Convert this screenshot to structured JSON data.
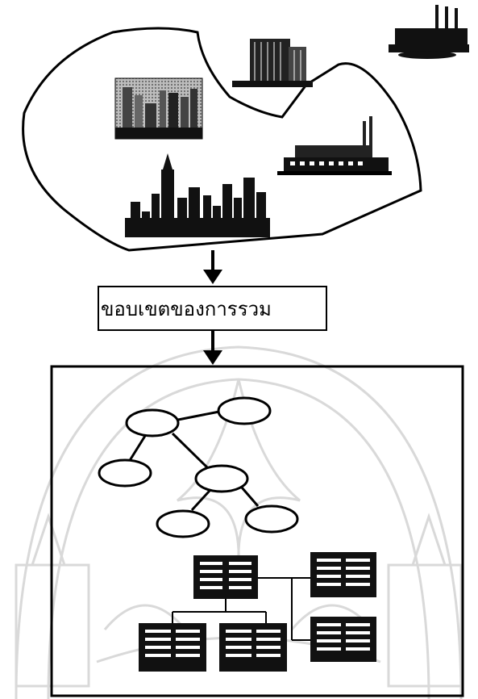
{
  "scope": {
    "label": "ขอบเขตของการรวม"
  },
  "colors": {
    "ink": "#000000",
    "paper": "#ffffff",
    "watermark": "#d9d9d9"
  },
  "icons": {
    "sources": [
      "city-photo-icon",
      "office-tower-icon",
      "factory-icon",
      "skyline-icon",
      "factory-smokestack-icon"
    ],
    "models": [
      "entity-graph",
      "relational-table-tree"
    ]
  }
}
